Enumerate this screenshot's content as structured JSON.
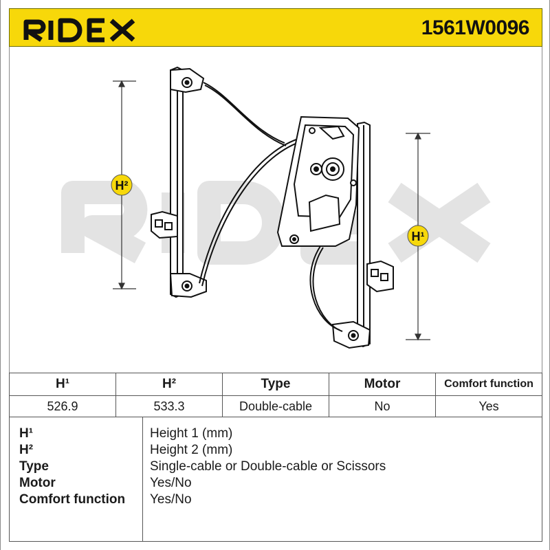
{
  "header": {
    "brand": "RIDEX",
    "part_number": "1561W0096",
    "colors": {
      "header_bg": "#f7d80a",
      "text": "#111111",
      "watermark": "#e3e3e3"
    }
  },
  "figure": {
    "label_h2": "H²",
    "label_h1": "H¹",
    "watermark": "RIDEX"
  },
  "spec_table": {
    "headers": [
      "H¹",
      "H²",
      "Type",
      "Motor",
      "Comfort function"
    ],
    "values": [
      "526.9",
      "533.3",
      "Double-cable",
      "No",
      "Yes"
    ]
  },
  "legend": [
    {
      "key": "H¹",
      "value": "Height 1 (mm)"
    },
    {
      "key": "H²",
      "value": "Height 2 (mm)"
    },
    {
      "key": "Type",
      "value": "Single-cable or Double-cable or Scissors"
    },
    {
      "key": "Motor",
      "value": "Yes/No"
    },
    {
      "key": "Comfort function",
      "value": "Yes/No"
    }
  ]
}
